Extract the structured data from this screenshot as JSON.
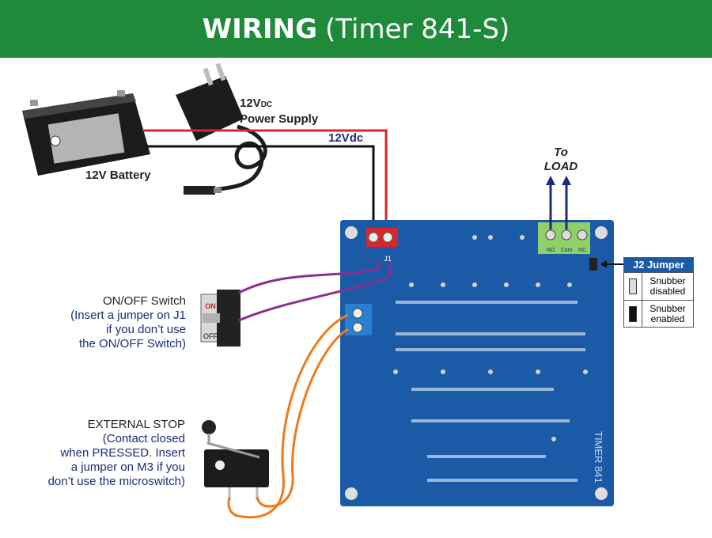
{
  "header": {
    "title_bold": "WIRING",
    "title_rest": "(Timer 841-S)"
  },
  "labels": {
    "battery": "12V Battery",
    "psu_line1": "12V",
    "psu_sub": "DC",
    "psu_line2": "Power Supply",
    "supply_wire": "12Vdc",
    "to": "To",
    "load": "LOAD",
    "onoff_title": "ON/OFF Switch",
    "onoff_l1": "(Insert a jumper on J1",
    "onoff_l2": "if you don’t use",
    "onoff_l3": "the ON/OFF Switch)",
    "stop_title": "EXTERNAL STOP",
    "stop_l1": "(Contact closed",
    "stop_l2": "when PRESSED. Insert",
    "stop_l3": "a jumper on M3 if you",
    "stop_l4": "don’t use the microswitch)"
  },
  "board": {
    "j1": "J1",
    "side_text": "TIMER 841",
    "relay_terms": [
      "NO",
      "Com",
      "NC"
    ],
    "switch_on": "ON",
    "switch_off": "OFF"
  },
  "j2_panel": {
    "title": "J2 Jumper",
    "row1": "Snubber disabled",
    "row2": "Snubber enabled"
  },
  "colors": {
    "header": "#1f8a3a",
    "pcb": "#1a5aa6",
    "wire_red": "#d9262b",
    "wire_black": "#111111",
    "wire_purple": "#8b2f8c",
    "wire_orange": "#f07a1a",
    "arrow_navy": "#1c2a7a"
  }
}
